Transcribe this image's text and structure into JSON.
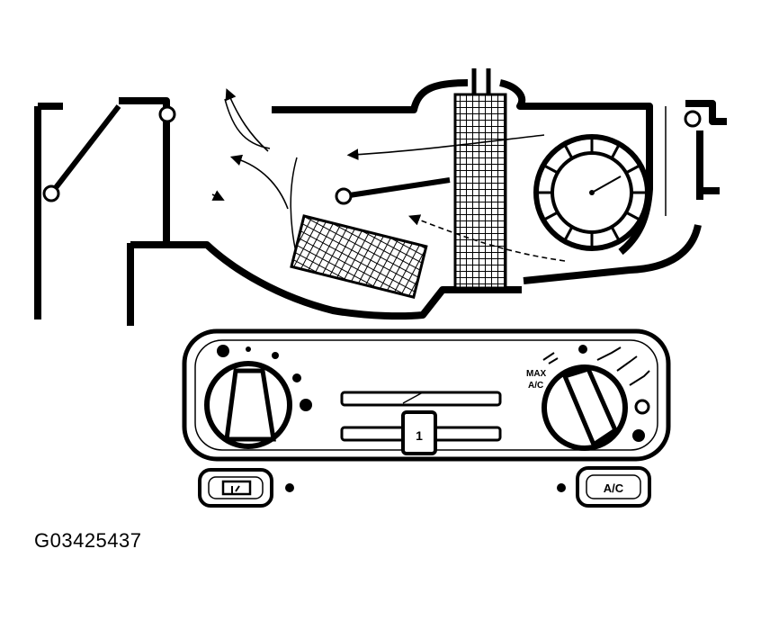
{
  "figure": {
    "id_label": "G03425437"
  },
  "control_panel": {
    "recirc_button_label": "",
    "ac_button_label": "A/C",
    "mode_knob_label_max_ac": "MAX",
    "mode_knob_label_ac": "A/C",
    "temperature_lever_label": "1"
  },
  "colors": {
    "ink": "#000000",
    "paper": "#ffffff"
  },
  "icons": {
    "recirc_button": "recirculation-icon",
    "fan_blower": "blower-wheel-icon",
    "heater_core": "heater-core-grid-icon",
    "evaporator": "evaporator-grid-icon"
  }
}
